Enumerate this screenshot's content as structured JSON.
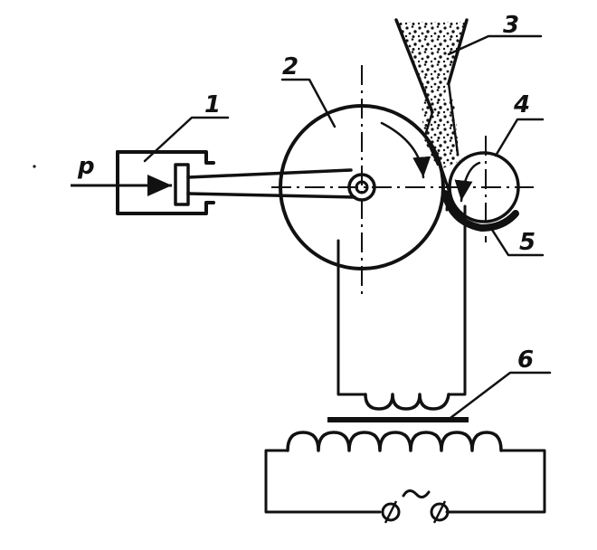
{
  "labels": {
    "pressure": "p",
    "part1": "1",
    "part2": "2",
    "part3": "3",
    "part4": "4",
    "part5": "5",
    "part6": "6"
  },
  "colors": {
    "ink": "#111111",
    "background": "#ffffff"
  },
  "icons": {
    "supply": "tilde-phi-terminals"
  }
}
